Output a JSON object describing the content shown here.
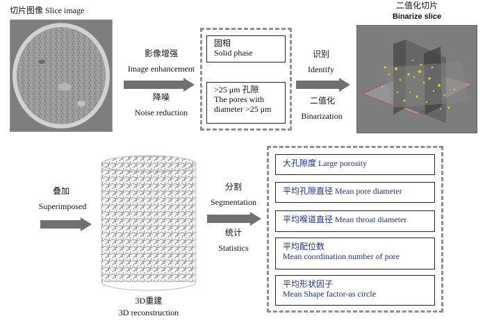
{
  "slice_image": {
    "caption": "切片图像 Slice image"
  },
  "step1": {
    "top_cn": "影像增强",
    "top_en": "Image enhancement",
    "bottom_cn": "降噪",
    "bottom_en": "Noise reduction"
  },
  "phases": {
    "solid": {
      "cn": "固相",
      "en": "Solid phase"
    },
    "pores": {
      "line1": ">25 μm 孔隙",
      "line2": "The pores with",
      "line3": "diameter >25 μm"
    }
  },
  "step2": {
    "top_cn": "识别",
    "top_en": "Identify",
    "bottom_cn": "二值化",
    "bottom_en": "Binarization"
  },
  "binarize": {
    "caption_cn": "二值化切片",
    "caption_en": "Binarize slice"
  },
  "step3": {
    "cn": "叠加",
    "en": "Superimposed"
  },
  "reconstruction": {
    "caption_cn": "3D重建",
    "caption_en": "3D reconstruction"
  },
  "step4": {
    "top_cn": "分割",
    "top_en": "Segmentation",
    "bottom_cn": "统计",
    "bottom_en": "Statistics"
  },
  "metrics": [
    {
      "line1": "大孔隙度  Large porosity"
    },
    {
      "line1": "平均孔隙直径  Mean  pore diameter"
    },
    {
      "line1": "平均喉道直径  Mean throat diameter"
    },
    {
      "line1": "平均配位数",
      "line2": "Mean coordination number of pore"
    },
    {
      "line1": "平均形状因子",
      "line2": "Mean Shape factor-as circle"
    }
  ],
  "colors": {
    "arrow": "#707070",
    "dashed_border": "#8f8f8f",
    "metric_text": "#1b2f9e",
    "pore_yellow": "#d8d800"
  }
}
